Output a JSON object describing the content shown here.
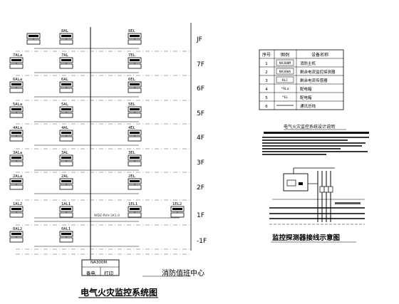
{
  "floors": [
    {
      "label": "JF",
      "left": "",
      "mid": "8AL",
      "right": "8EL"
    },
    {
      "label": "7F",
      "left": "7ALa",
      "mid": "7AL",
      "right": "7EL"
    },
    {
      "label": "6F",
      "left": "6ALa",
      "mid": "6AL",
      "right": "6EL"
    },
    {
      "label": "5F",
      "left": "5ALa",
      "mid": "5AL",
      "right": "5EL"
    },
    {
      "label": "4F",
      "left": "4ALa",
      "mid": "4AL",
      "right": "4EL"
    },
    {
      "label": "3F",
      "left": "3ALa",
      "mid": "3AL",
      "right": "3EL"
    },
    {
      "label": "2F",
      "left": "2ALa",
      "mid": "2AL",
      "right": "2EL"
    },
    {
      "label": "1F",
      "left": "1AL2",
      "mid": "1AL1",
      "right": "1EL1",
      "extra": "1EL2"
    },
    {
      "label": "-1F",
      "left": "0AL2",
      "mid": "0AL1",
      "right": ""
    }
  ],
  "riser_label": "WDZ-RVV-3X1.0",
  "host": {
    "model": "NA300M",
    "btn1": "备电",
    "btn2": "打印"
  },
  "control_center": "消防值班中心",
  "main_title": "电气火灾监控系统图",
  "legend": {
    "headers": [
      "序号",
      "图例",
      "设备名称"
    ],
    "rows": [
      {
        "no": "1",
        "sym": "NA300M",
        "name": "消防主机"
      },
      {
        "no": "2",
        "sym": "NA300A",
        "name": "剩余电流监控探测器"
      },
      {
        "no": "3",
        "sym": "RLC",
        "name": "剩余电流传感器"
      },
      {
        "no": "4",
        "sym": "*ALa",
        "name": "配电箱"
      },
      {
        "no": "5",
        "sym": "*EL",
        "name": "配电箱"
      },
      {
        "no": "6",
        "sym": "",
        "name": "通讯总线"
      }
    ]
  },
  "desc_title": "电气火灾监控系统设计说明",
  "wiring_title": "监控探测器接线示意图"
}
